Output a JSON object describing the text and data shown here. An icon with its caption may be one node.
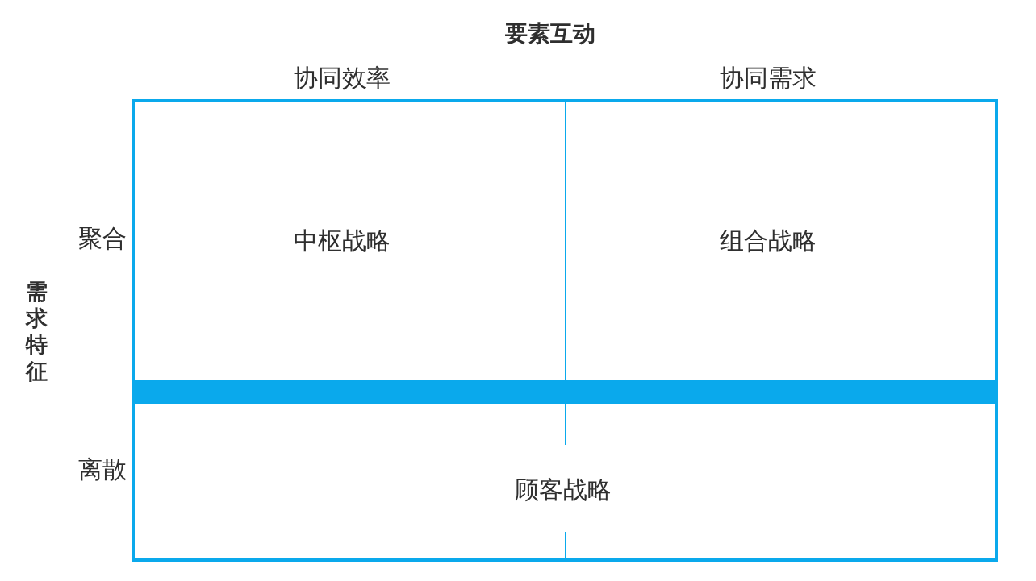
{
  "diagram": {
    "nodes": [
      {
        "text": [
          "中枢战略"
        ]
      },
      {
        "text": [
          "组合战略"
        ]
      },
      {
        "text": [
          "顾客战略"
        ]
      }
    ],
    "labels": [
      "要素互动",
      "协同效率",
      "协同需求",
      "聚合",
      "需求特征",
      "离散"
    ]
  }
}
